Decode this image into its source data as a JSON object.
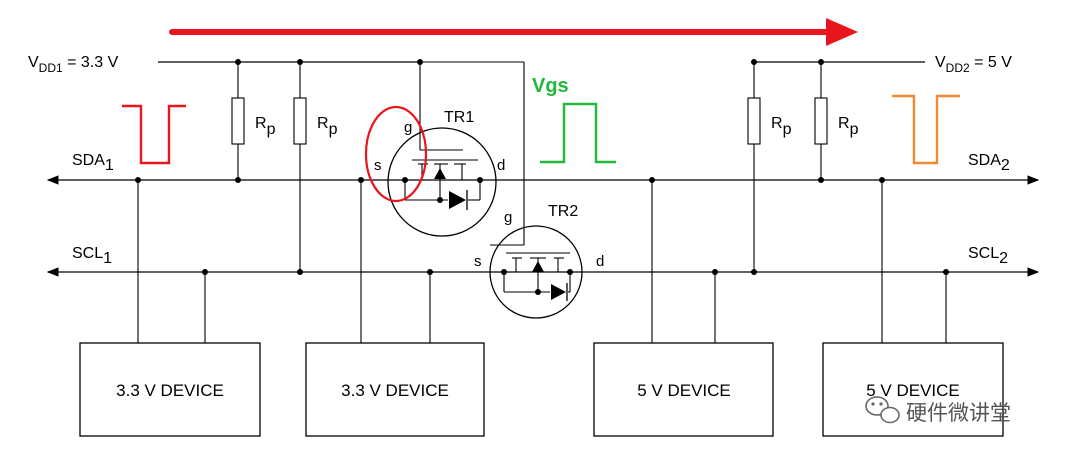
{
  "rails": {
    "vdd1": {
      "main": "V",
      "sub": "DD1",
      "rest": " = 3.3 V"
    },
    "vdd2": {
      "main": "V",
      "sub": "DD2",
      "rest": " = 5 V"
    }
  },
  "buses": {
    "sda1": {
      "main": "SDA",
      "sub": "1"
    },
    "sda2": {
      "main": "SDA",
      "sub": "2"
    },
    "scl1": {
      "main": "SCL",
      "sub": "1"
    },
    "scl2": {
      "main": "SCL",
      "sub": "2"
    }
  },
  "resistor": {
    "main": "R",
    "sub": "p"
  },
  "transistors": {
    "tr1": {
      "name": "TR1",
      "g": "g",
      "s": "s",
      "d": "d"
    },
    "tr2": {
      "name": "TR2",
      "g": "g",
      "s": "s",
      "d": "d"
    }
  },
  "vgs_label": "Vgs",
  "devices": [
    "3.3 V DEVICE",
    "3.3 V DEVICE",
    "5 V DEVICE",
    "5 V DEVICE"
  ],
  "watermark": "硬件微讲堂",
  "colors": {
    "arrow": "#e8141e",
    "highlight_circle": "#e8141e",
    "waveform_sda1": "#e8141e",
    "waveform_vgs": "#22b83a",
    "waveform_sda2": "#f08a30"
  },
  "icons": {
    "watermark": "wechat-icon"
  }
}
